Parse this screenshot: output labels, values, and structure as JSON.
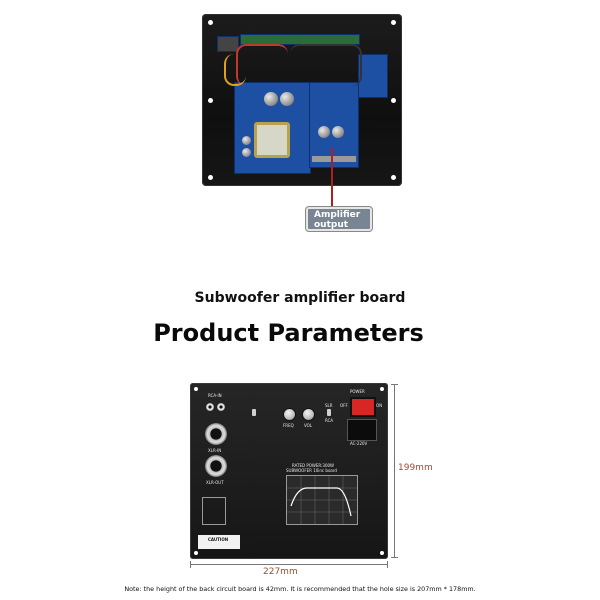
{
  "callout": {
    "line1": "Amplifier",
    "line2": "output"
  },
  "subtitle": "Subwoofer amplifier board",
  "title": "Product Parameters",
  "panel": {
    "rca_in": "RCA-IN",
    "xlr_in": "XLR-IN",
    "xlr_out": "XLR-OUT",
    "freq": "FREQ",
    "vol": "VOL",
    "power": "POWER",
    "off": "OFF",
    "on": "ON",
    "ac": "AC-220V",
    "slr": "SLR",
    "rca": "RCA",
    "rated_line1": "RATED POWER:300W",
    "rated_line2": "SUBWOOFER 10inc board",
    "caution": "CAUTION"
  },
  "dimensions": {
    "height": "199mm",
    "width": "227mm"
  },
  "note": "Note: the height of the back circuit board is 42mm. It is recommended that the hole size is 207mm * 178mm.",
  "colors": {
    "callout_line": "#b01f1f",
    "dimension_text": "#a24b2e",
    "pcb": "#1d4fa3"
  }
}
